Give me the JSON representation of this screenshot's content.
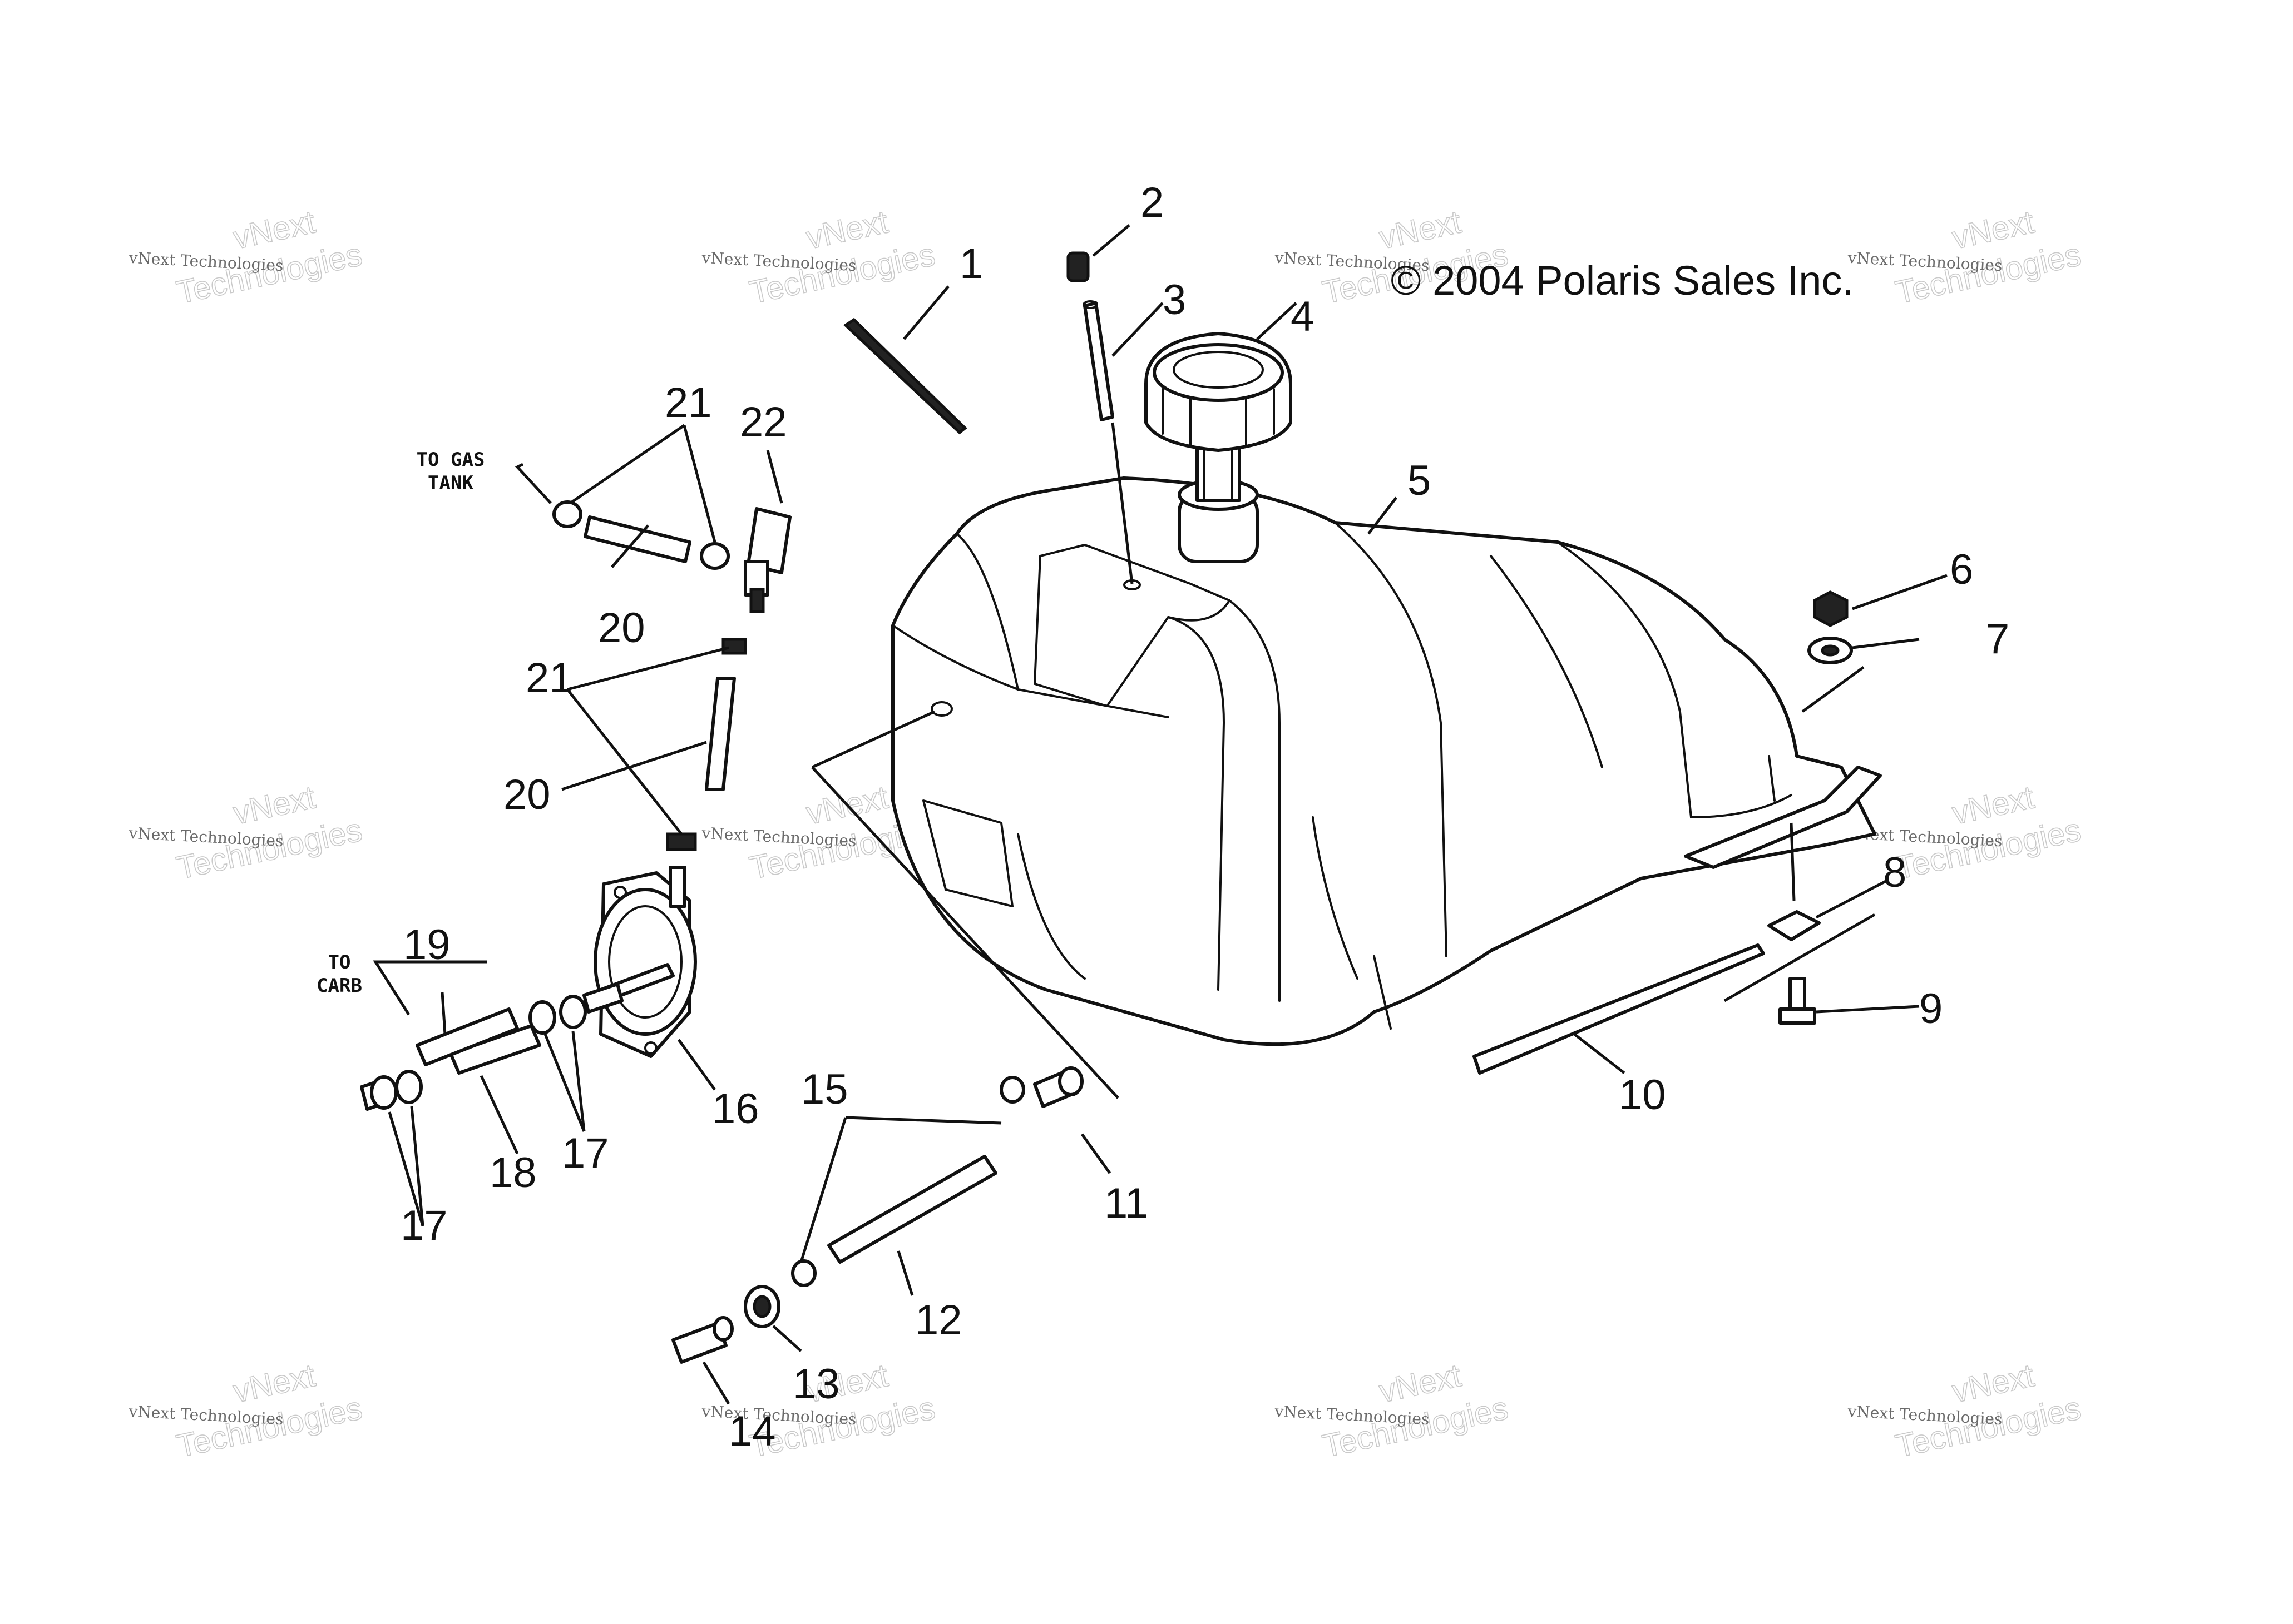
{
  "copyright": "© 2004 Polaris Sales Inc.",
  "notes": {
    "to_gas_tank_line1": "TO GAS",
    "to_gas_tank_line2": "TANK",
    "to_carb_line1": "TO",
    "to_carb_line2": "CARB"
  },
  "watermark": {
    "small": "vNext Technologies",
    "big_line1": "vNext",
    "big_line2": "Technologies"
  },
  "callouts": [
    {
      "id": "1",
      "text": "1"
    },
    {
      "id": "2",
      "text": "2"
    },
    {
      "id": "3",
      "text": "3"
    },
    {
      "id": "4",
      "text": "4"
    },
    {
      "id": "5",
      "text": "5"
    },
    {
      "id": "6",
      "text": "6"
    },
    {
      "id": "7",
      "text": "7"
    },
    {
      "id": "8",
      "text": "8"
    },
    {
      "id": "9",
      "text": "9"
    },
    {
      "id": "10",
      "text": "10"
    },
    {
      "id": "11",
      "text": "11"
    },
    {
      "id": "12",
      "text": "12"
    },
    {
      "id": "13",
      "text": "13"
    },
    {
      "id": "14",
      "text": "14"
    },
    {
      "id": "15",
      "text": "15"
    },
    {
      "id": "16",
      "text": "16"
    },
    {
      "id": "17a",
      "text": "17"
    },
    {
      "id": "17b",
      "text": "17"
    },
    {
      "id": "18",
      "text": "18"
    },
    {
      "id": "19",
      "text": "19"
    },
    {
      "id": "20a",
      "text": "20"
    },
    {
      "id": "20b",
      "text": "20"
    },
    {
      "id": "21a",
      "text": "21"
    },
    {
      "id": "21b",
      "text": "21"
    },
    {
      "id": "22",
      "text": "22"
    }
  ]
}
